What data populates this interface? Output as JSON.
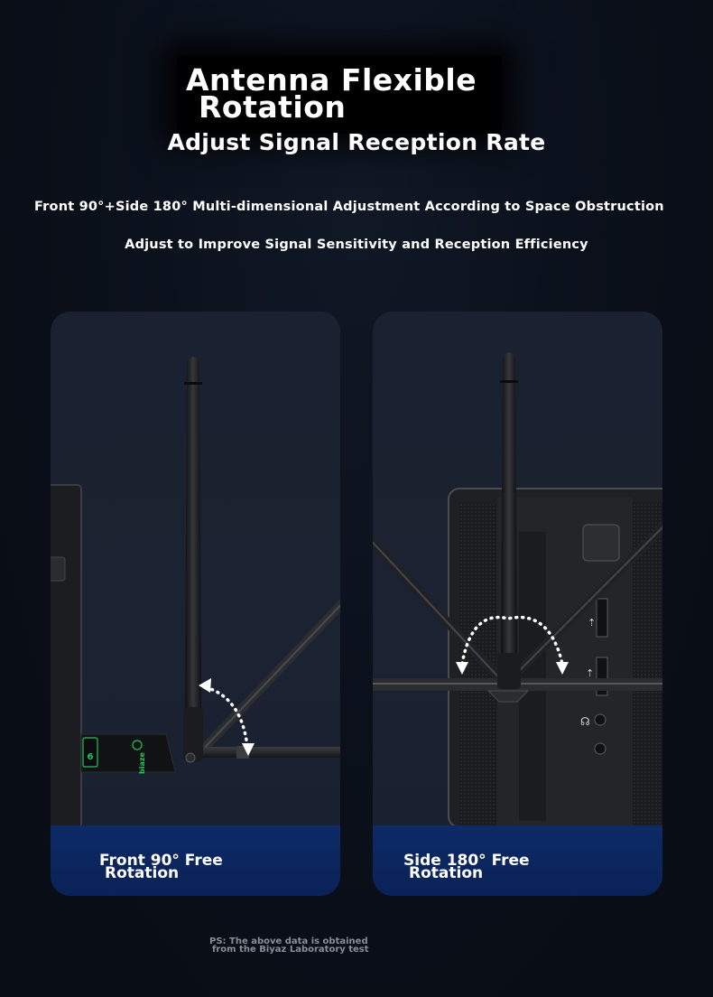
{
  "title_line1": "Antenna Flexible",
  "title_line2": "Rotation",
  "subtitle": "Adjust Signal Reception Rate",
  "description_1": "Front 90°+Side 180° Multi-dimensional Adjustment According to Space Obstruction",
  "description_2": "Adjust to Improve Signal Sensitivity and Reception Efficiency",
  "panels": [
    {
      "label_line1": "Front 90° Free",
      "label_line2": "Rotation"
    },
    {
      "label_line1": "Side 180° Free",
      "label_line2": "Rotation"
    }
  ],
  "device_brand": "biaze",
  "device_badge": "6",
  "footnote_line1": "PS: The above data is obtained",
  "footnote_line2": "from the Biyaz Laboratory test",
  "colors": {
    "background": "#0a0f19",
    "panel": "#1a2130",
    "label_bar": "#0d2a66",
    "antenna": "#1e1f22",
    "led_green": "#22c55e"
  }
}
